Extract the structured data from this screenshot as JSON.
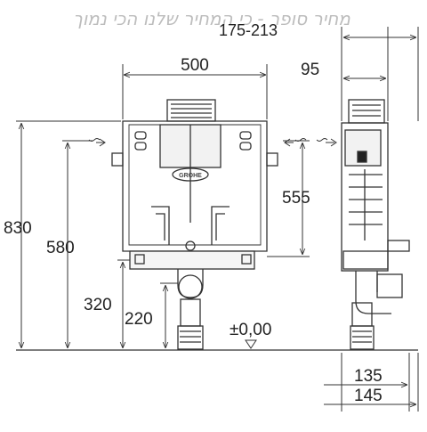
{
  "watermark": {
    "text": "מחיר סופר - כי המחיר שלנו הכי נמוך"
  },
  "front_view": {
    "logo": "GROHE",
    "dimensions": {
      "width_500": "500",
      "height_830": "830",
      "height_580": "580",
      "height_555": "555",
      "height_320": "320",
      "height_220": "220",
      "zero_level": "±0,00"
    }
  },
  "side_view": {
    "dimensions": {
      "depth_range": "175-213",
      "depth_95": "95",
      "depth_135": "135",
      "depth_145": "145"
    }
  }
}
